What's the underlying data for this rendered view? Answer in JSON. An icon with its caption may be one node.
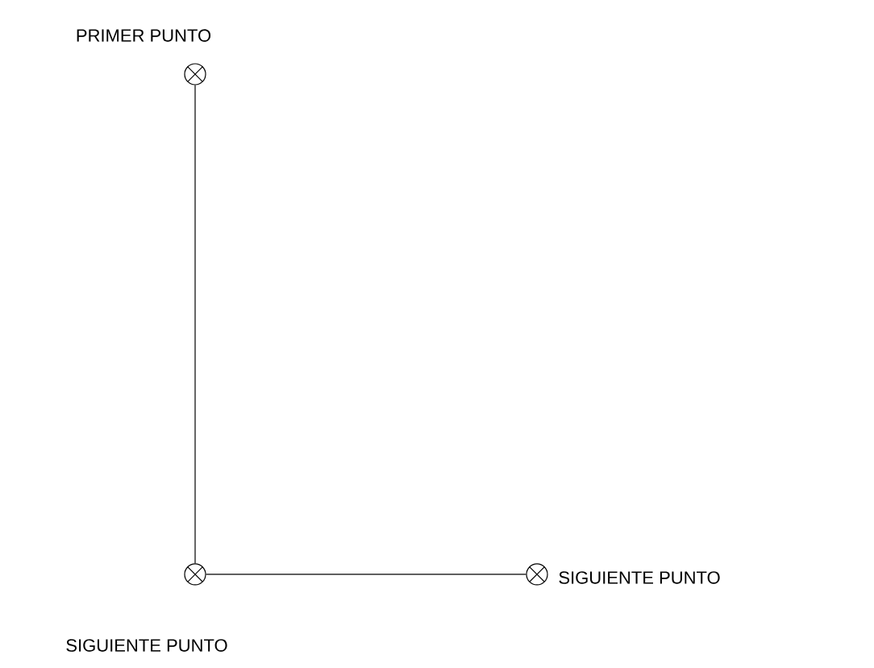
{
  "diagram": {
    "nodes": [
      {
        "text": [],
        "shape": "circle",
        "beside": [
          "PRIMER PUNTO"
        ]
      },
      {
        "text": [],
        "shape": "circle",
        "beside": [
          "SIGUIENTE PUNTO"
        ]
      },
      {
        "text": [],
        "shape": "circle",
        "beside": [
          "SIGUIENTE PUNTO"
        ]
      }
    ],
    "edges": [
      {
        "from": 0,
        "to": 1,
        "arrow": "none"
      },
      {
        "from": 1,
        "to": 2,
        "arrow": "none"
      }
    ]
  }
}
